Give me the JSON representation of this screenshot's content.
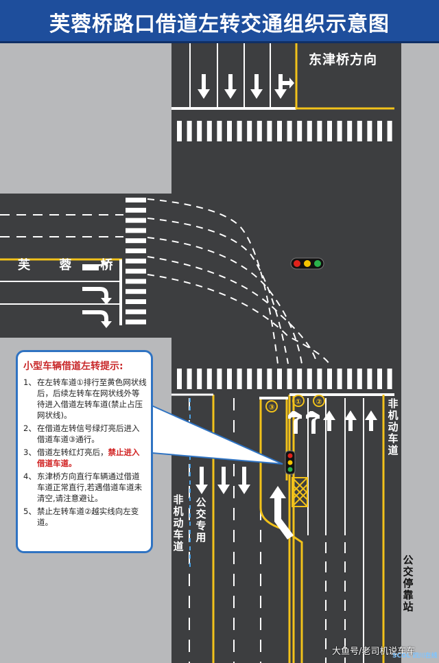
{
  "title": "芙蓉桥路口借道左转交通组织示意图",
  "labels": {
    "dongjinqiao": "东津桥方向",
    "furongqiao": "芙 蓉 桥",
    "bus_lane": "公交专用",
    "non_motor_left": "非机动车道",
    "non_motor_right": "非机动车道",
    "bus_stop": "公交停靠站"
  },
  "lane_numbers": [
    "①",
    "②",
    "③"
  ],
  "tips": {
    "title": "小型车辆借道左转提示:",
    "items": [
      {
        "k": "1、",
        "text": "在左转车道①排行至黄色网状线后，后续左转车在网状线外等待进入借道左转车道(禁止占压网状线)。"
      },
      {
        "k": "2、",
        "text": "在借道左转信号绿灯亮后进入借道车道③通行。"
      },
      {
        "k": "3、",
        "text": "借道左转红灯亮后，",
        "warn": "禁止进入借道车道。"
      },
      {
        "k": "4、",
        "text": "东津桥方向直行车辆通过借道车道正常直行,若遇借道车道未清空,请注意避让。"
      },
      {
        "k": "5、",
        "text": "禁止左转车道②越实线向左变道。"
      }
    ]
  },
  "watermark": "大鱼号/老司机说车车",
  "logo_text": "SCOL 四川在线",
  "colors": {
    "header_bg": "#1e4e9c",
    "road": "#3d3e40",
    "yellow": "#f2c21a",
    "sidewalk": "#b8b9bb",
    "callout_border": "#2f73c2",
    "warning_red": "#c8282a"
  }
}
